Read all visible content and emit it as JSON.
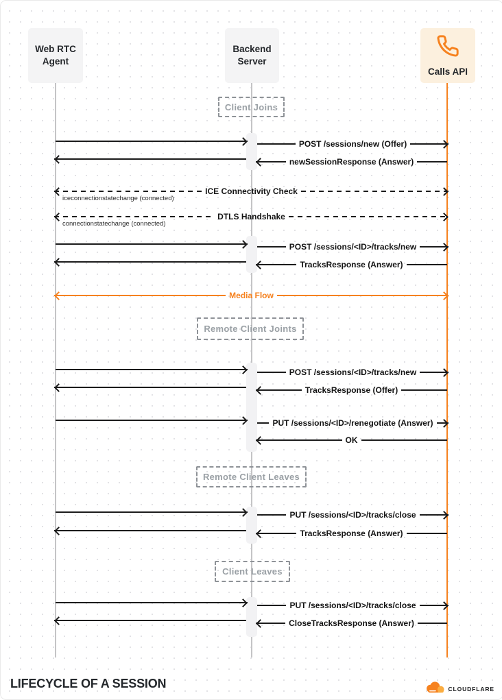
{
  "actors": [
    {
      "id": "webrtc",
      "name": "Web RTC Agent"
    },
    {
      "id": "backend",
      "name": "Backend Server"
    },
    {
      "id": "calls",
      "name": "Calls API",
      "icon": "phone-icon"
    }
  ],
  "phases": [
    {
      "id": "p1",
      "label": "Client Joins"
    },
    {
      "id": "p2",
      "label": "Remote Client Joints"
    },
    {
      "id": "p3",
      "label": "Remote Client Leaves"
    },
    {
      "id": "p4",
      "label": "Client Leaves"
    }
  ],
  "messages": [
    {
      "id": "m1",
      "from": "webrtc",
      "to": "backend",
      "label": "",
      "style": "solid"
    },
    {
      "id": "m2",
      "from": "backend",
      "to": "calls",
      "label": "POST /sessions/new (Offer)",
      "style": "solid"
    },
    {
      "id": "m3",
      "from": "backend",
      "to": "webrtc",
      "label": "",
      "style": "solid"
    },
    {
      "id": "m4",
      "from": "calls",
      "to": "backend",
      "label": "newSessionResponse (Answer)",
      "style": "solid"
    },
    {
      "id": "m5",
      "from": "webrtc",
      "to": "calls",
      "label": "ICE Connectivity Check",
      "style": "dashed",
      "bidirectional": true,
      "note": "iceconnectionstatechange (connected)"
    },
    {
      "id": "m6",
      "from": "webrtc",
      "to": "calls",
      "label": "DTLS Handshake",
      "style": "dashed",
      "bidirectional": true,
      "note": "connectionstatechange (connected)"
    },
    {
      "id": "m7",
      "from": "webrtc",
      "to": "backend",
      "label": "",
      "style": "solid"
    },
    {
      "id": "m8",
      "from": "backend",
      "to": "calls",
      "label": "POST /sessions/<ID>/tracks/new",
      "style": "solid"
    },
    {
      "id": "m9",
      "from": "backend",
      "to": "webrtc",
      "label": "",
      "style": "solid"
    },
    {
      "id": "m10",
      "from": "calls",
      "to": "backend",
      "label": "TracksResponse (Answer)",
      "style": "solid"
    },
    {
      "id": "m11",
      "from": "webrtc",
      "to": "calls",
      "label": "Media Flow",
      "style": "media",
      "bidirectional": true
    },
    {
      "id": "m12",
      "from": "webrtc",
      "to": "backend",
      "label": "",
      "style": "solid"
    },
    {
      "id": "m13",
      "from": "backend",
      "to": "calls",
      "label": "POST /sessions/<ID>/tracks/new",
      "style": "solid"
    },
    {
      "id": "m14",
      "from": "backend",
      "to": "webrtc",
      "label": "",
      "style": "solid"
    },
    {
      "id": "m15",
      "from": "calls",
      "to": "backend",
      "label": "TracksResponse (Offer)",
      "style": "solid"
    },
    {
      "id": "m16",
      "from": "webrtc",
      "to": "backend",
      "label": "",
      "style": "solid"
    },
    {
      "id": "m17",
      "from": "backend",
      "to": "calls",
      "label": "PUT /sessions/<ID>/renegotiate (Answer)",
      "style": "solid"
    },
    {
      "id": "m18",
      "from": "calls",
      "to": "backend",
      "label": "OK",
      "style": "solid"
    },
    {
      "id": "m19",
      "from": "webrtc",
      "to": "backend",
      "label": "",
      "style": "solid"
    },
    {
      "id": "m20",
      "from": "backend",
      "to": "calls",
      "label": "PUT /sessions/<ID>/tracks/close",
      "style": "solid"
    },
    {
      "id": "m21",
      "from": "backend",
      "to": "webrtc",
      "label": "",
      "style": "solid"
    },
    {
      "id": "m22",
      "from": "calls",
      "to": "backend",
      "label": "TracksResponse (Answer)",
      "style": "solid"
    },
    {
      "id": "m23",
      "from": "webrtc",
      "to": "backend",
      "label": "",
      "style": "solid"
    },
    {
      "id": "m24",
      "from": "backend",
      "to": "calls",
      "label": "PUT /sessions/<ID>/tracks/close",
      "style": "solid"
    },
    {
      "id": "m25",
      "from": "backend",
      "to": "webrtc",
      "label": "",
      "style": "solid"
    },
    {
      "id": "m26",
      "from": "calls",
      "to": "backend",
      "label": "CloseTracksResponse (Answer)",
      "style": "solid"
    }
  ],
  "footer": {
    "title": "LIFECYCLE OF A SESSION",
    "brand": "CLOUDFLARE"
  },
  "colors": {
    "accent": "#f6821f",
    "accent_light": "#fbad41",
    "arrow": "#1b1b1b",
    "lifeline": "#c4c4c6",
    "actor_box_bg": "#f4f4f5",
    "calls_box_bg": "#fcf0de",
    "phase_text": "#9aa0a5"
  }
}
